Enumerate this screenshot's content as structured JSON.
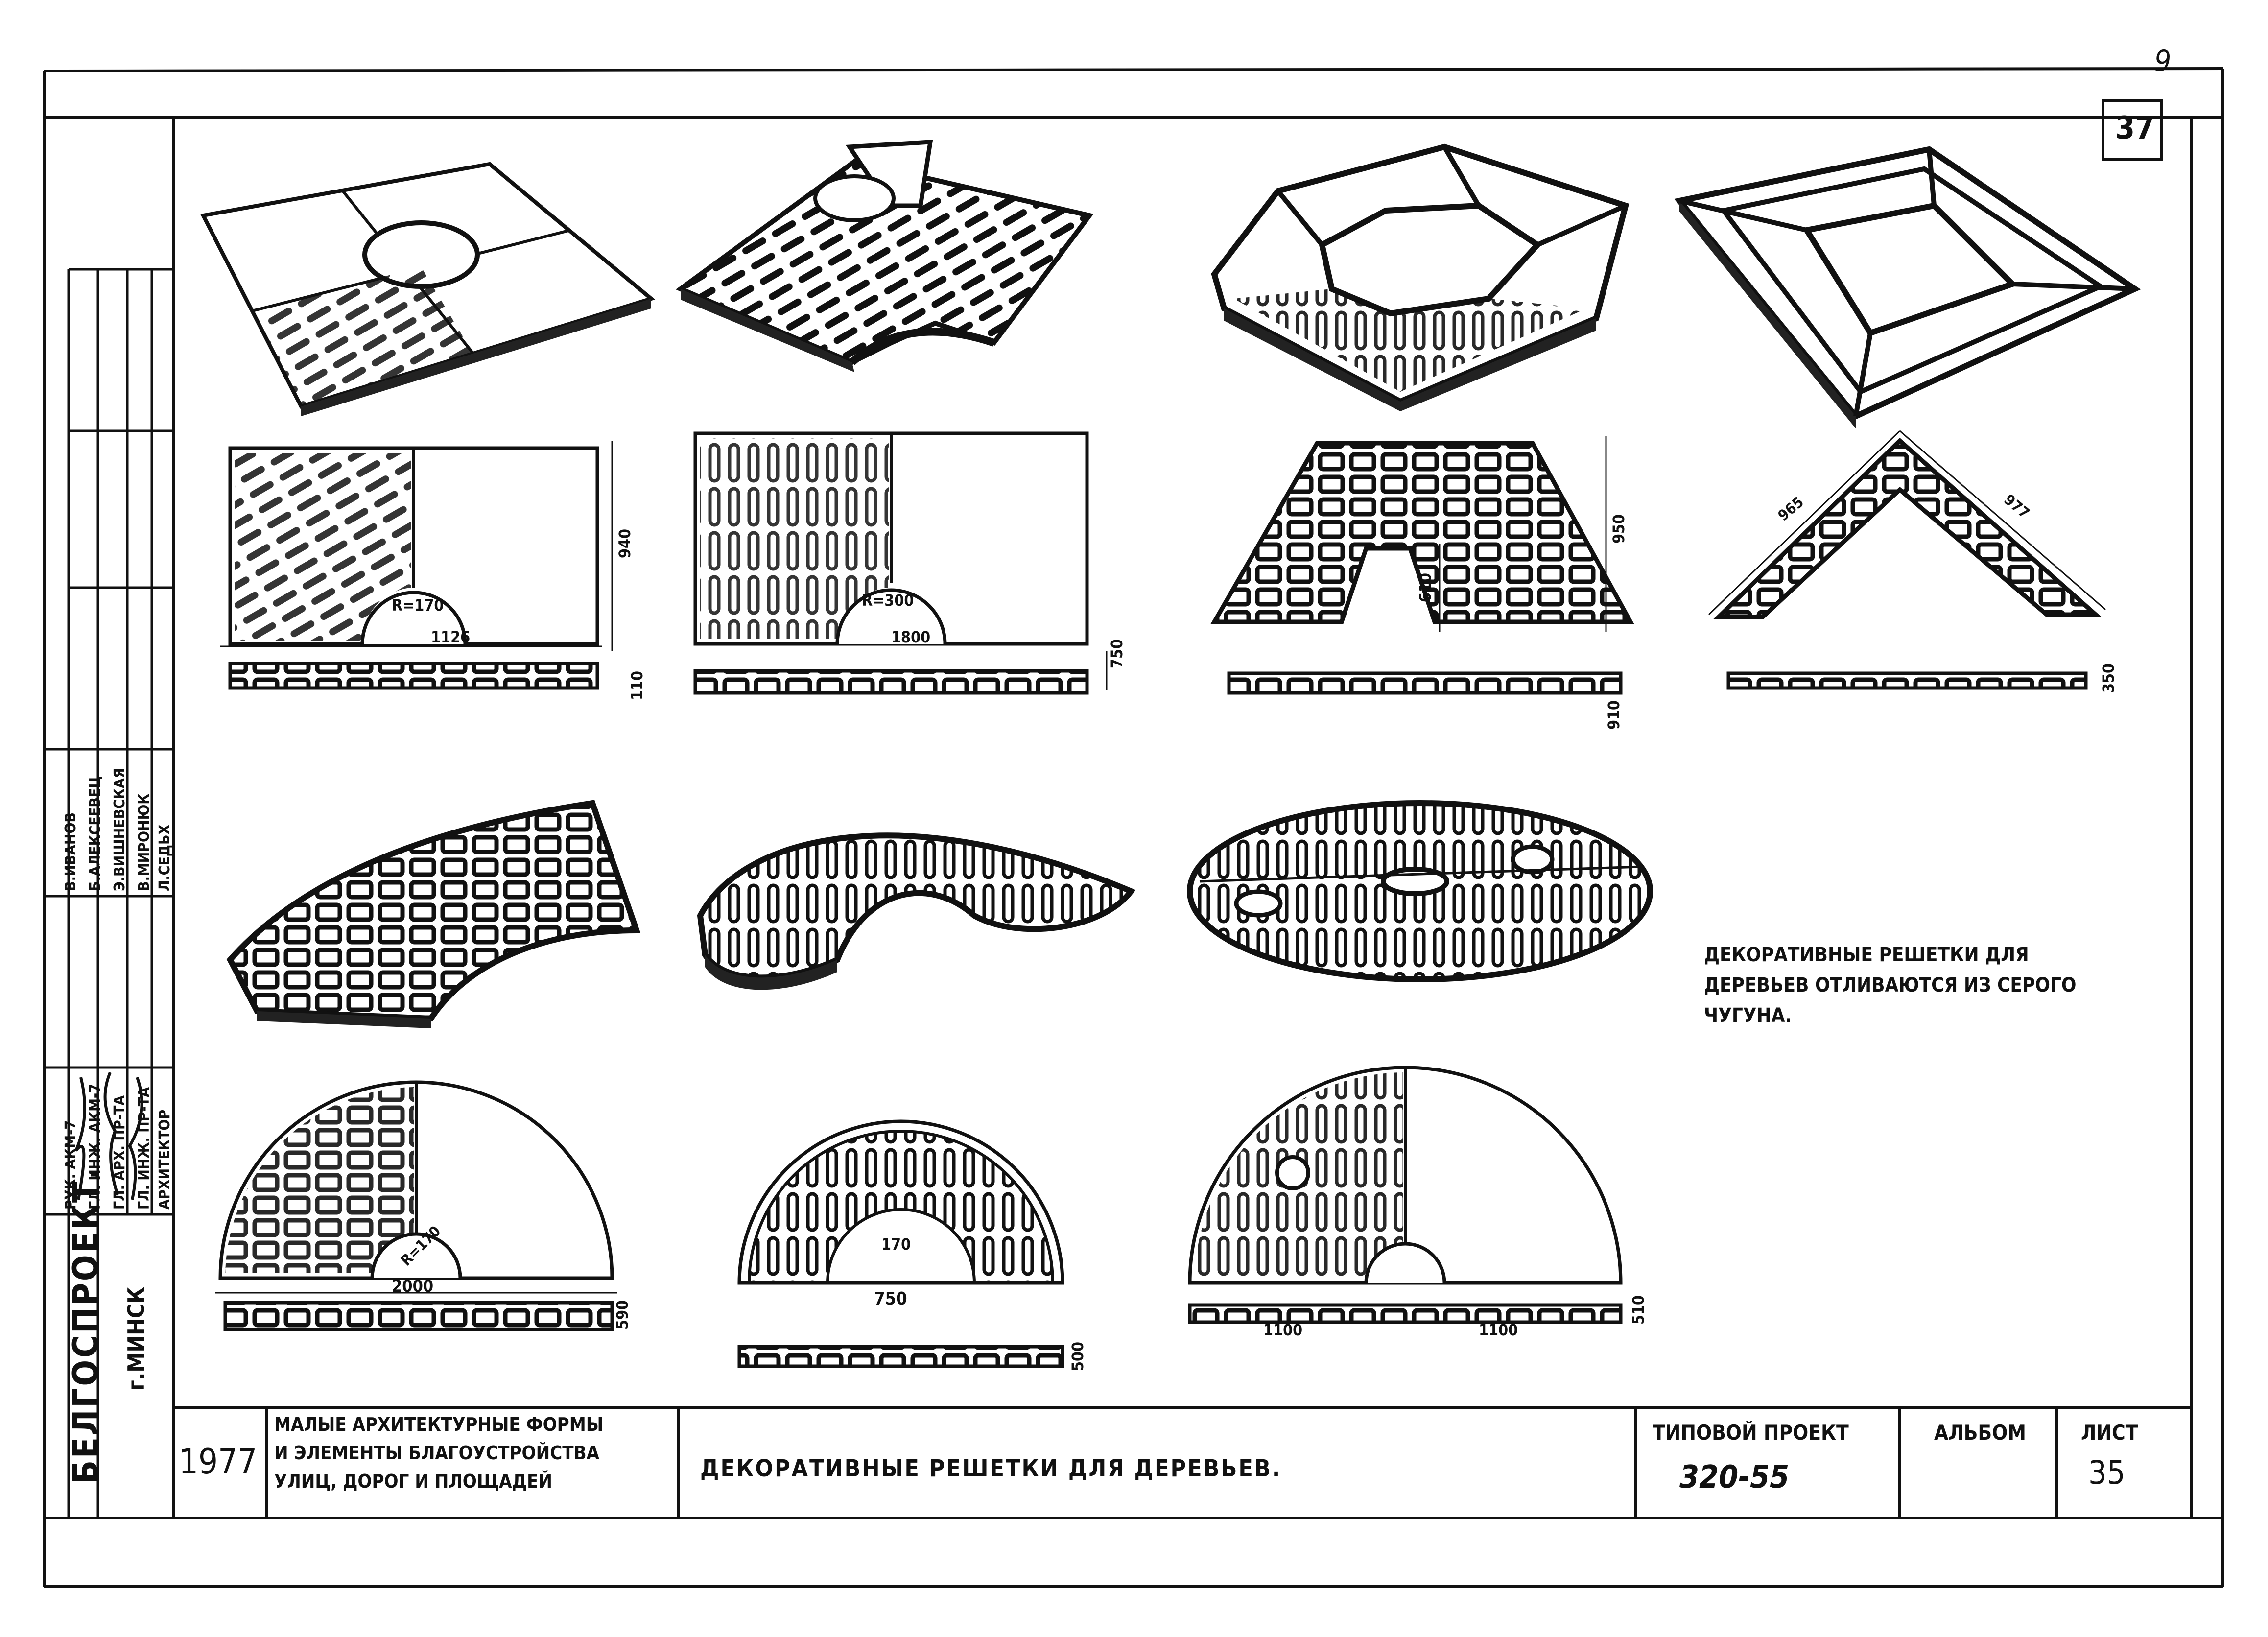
{
  "sheet_number": "37",
  "corner_mark": "9",
  "dimensions": {
    "sq_r": "R=170",
    "sq_w": "1126",
    "sq_h": "940",
    "sq_t": "110",
    "fan_r": "R=300",
    "fan_w": "1800",
    "fan_t": "750",
    "trap_h": "950",
    "trap_inner": "610",
    "trap_t": "910",
    "tri_a": "965",
    "tri_b": "977",
    "tri_t": "350",
    "hc1_r": "R=170",
    "hc1_w": "2000",
    "hc1_t": "590",
    "hc2_r": "170",
    "hc2_w": "750",
    "hc2_t": "500",
    "hc3_l": "1100",
    "hc3_r": "1100",
    "hc3_t": "510"
  },
  "note": {
    "line1": "ДЕКОРАТИВНЫЕ РЕШЕТКИ ДЛЯ",
    "line2": "ДЕРЕВЬЕВ ОТЛИВАЮТСЯ ИЗ СЕРОГО",
    "line3": "ЧУГУНА."
  },
  "org": {
    "name": "БЕЛГОСПРОЕКТ.",
    "city": "г.МИНСК"
  },
  "staff": [
    {
      "role": "РУК. АКМ-7",
      "name": "В.ИВАНОВ"
    },
    {
      "role": "ГЛ. ИНЖ. АКМ-7",
      "name": "Б.АЛЕКСЕЕВЕЦ"
    },
    {
      "role": "ГЛ. АРХ. ПР-ТА",
      "name": "Э.ВИШНЕВСКАЯ"
    },
    {
      "role": "ГЛ. ИНЖ. ПР-ТА",
      "name": "В.МИРОНЮК"
    },
    {
      "role": "АРХИТЕКТОР",
      "name": "Л.СЕДЬХ"
    }
  ],
  "title_block": {
    "year": "1977",
    "series_line1": "МАЛЫЕ АРХИТЕКТУРНЫЕ ФОРМЫ",
    "series_line2": "И ЭЛЕМЕНТЫ БЛАГОУСТРОЙСТВА",
    "series_line3": "УЛИЦ, ДОРОГ И ПЛОЩАДЕЙ",
    "drawing_title": "ДЕКОРАТИВНЫЕ РЕШЕТКИ ДЛЯ ДЕРЕВЬЕВ.",
    "project_label": "ТИПОВОЙ ПРОЕКТ",
    "project_number": "320-55",
    "album_label": "АЛЬБОМ",
    "sheet_label": "ЛИСТ",
    "sheet_value": "35"
  }
}
